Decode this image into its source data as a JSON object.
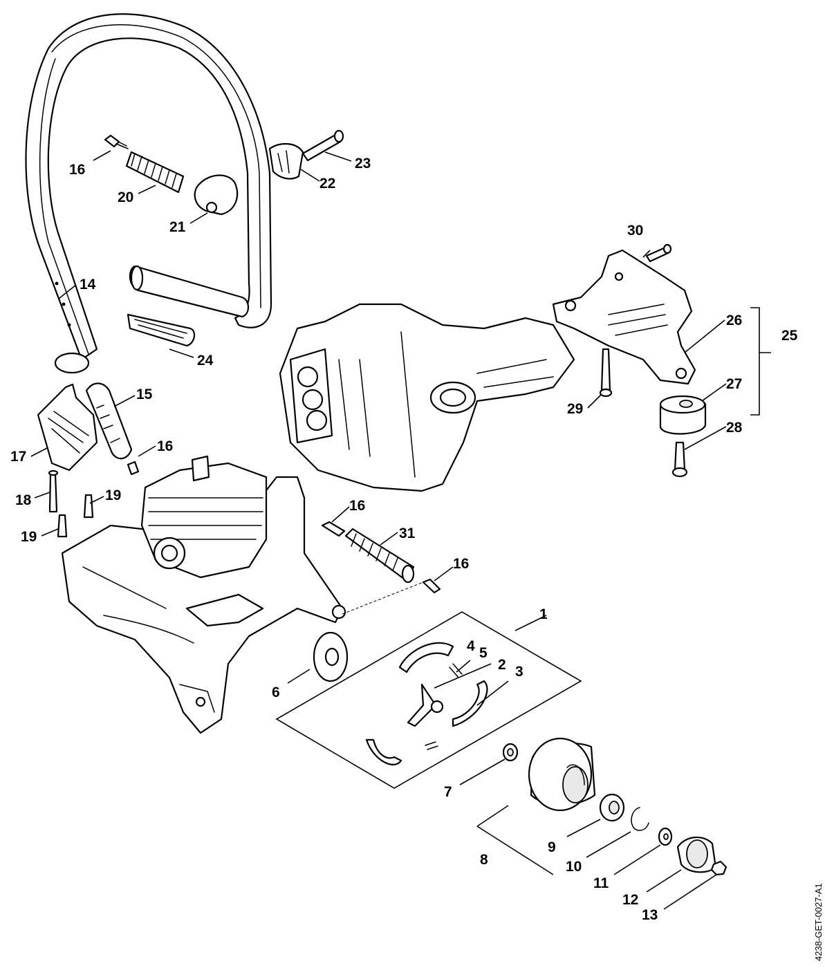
{
  "diagram": {
    "reference_code": "4238-GET-0027-A1",
    "callouts": {
      "c1": "1",
      "c2": "2",
      "c3": "3",
      "c4": "4",
      "c5": "5",
      "c6": "6",
      "c7": "7",
      "c8": "8",
      "c9": "9",
      "c10": "10",
      "c11": "11",
      "c12": "12",
      "c13": "13",
      "c14": "14",
      "c15": "15",
      "c16a": "16",
      "c16b": "16",
      "c16c": "16",
      "c16d": "16",
      "c17": "17",
      "c18": "18",
      "c19a": "19",
      "c19b": "19",
      "c20": "20",
      "c21": "21",
      "c22": "22",
      "c23": "23",
      "c24": "24",
      "c25": "25",
      "c26": "26",
      "c27": "27",
      "c28": "28",
      "c29": "29",
      "c30": "30",
      "c31": "31"
    }
  }
}
